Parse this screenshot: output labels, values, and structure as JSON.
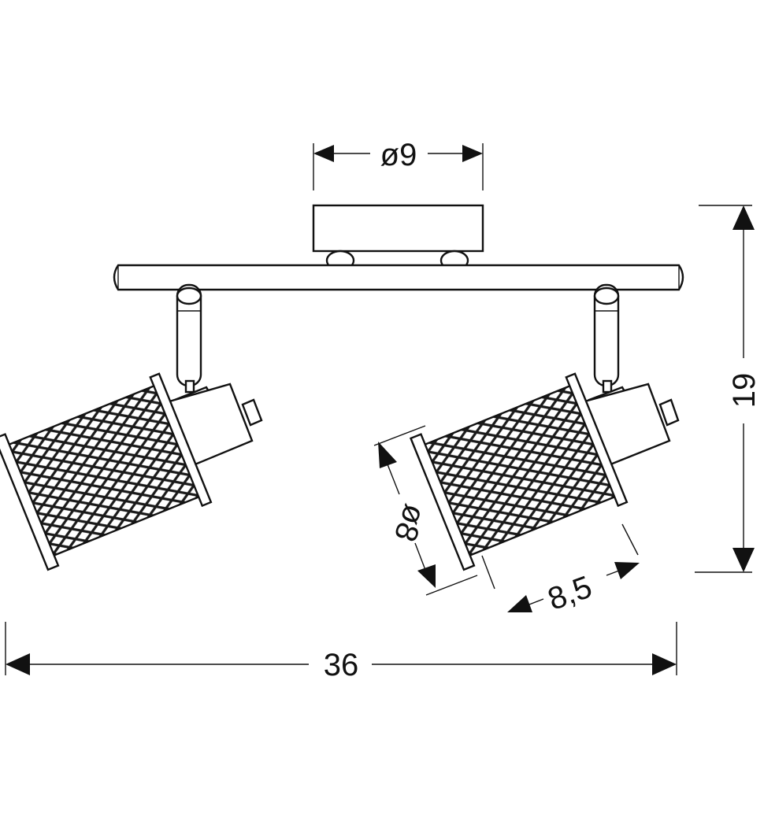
{
  "dimensions": {
    "canopy_diameter": "ø9",
    "height": "19",
    "shade_diameter": "ø8",
    "shade_length": "8,5",
    "total_length": "36"
  },
  "colors": {
    "line": "#111111",
    "mesh": "#1a1a1a",
    "background": "#ffffff"
  }
}
